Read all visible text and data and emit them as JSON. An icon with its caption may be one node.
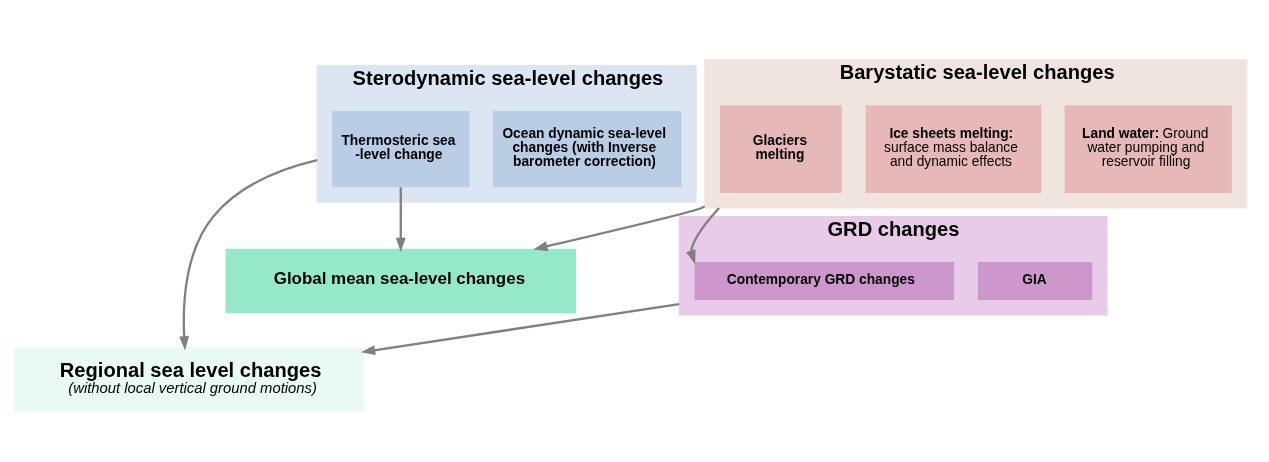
{
  "diagram": {
    "nodes": [
      {
        "text": [
          "Sterodynamic sea-level changes"
        ]
      },
      {
        "text": [
          "Thermosteric sea -level change"
        ],
        "in": 0
      },
      {
        "text": [
          "Ocean dynamic sea-level changes (with Inverse barometer correction)"
        ],
        "in": 0
      },
      {
        "text": [
          "Barystatic sea-level changes"
        ]
      },
      {
        "text": [
          "Glaciers melting"
        ],
        "in": 3
      },
      {
        "text": [
          "**Ice sheets melting:** surface mass balance and dynamic effects"
        ],
        "in": 3
      },
      {
        "text": [
          "**Land water:** Ground water pumping and reservoir filling"
        ],
        "in": 3
      },
      {
        "text": [
          "Global mean sea-level changes"
        ]
      },
      {
        "text": [
          "GRD changes"
        ]
      },
      {
        "text": [
          "Contemporary GRD changes"
        ],
        "in": 8
      },
      {
        "text": [
          "GIA"
        ],
        "in": 8
      },
      {
        "text": [
          "Regional sea level changes",
          "(without local vertical ground motions)"
        ]
      }
    ],
    "edges": [
      {
        "from": 0,
        "to": 11,
        "arrow": "to"
      },
      {
        "from": 1,
        "to": 7,
        "arrow": "to"
      },
      {
        "from": 3,
        "to": 7,
        "arrow": "to"
      },
      {
        "from": 3,
        "to": 9,
        "arrow": "to"
      },
      {
        "from": 8,
        "to": 11,
        "arrow": "to"
      }
    ]
  }
}
